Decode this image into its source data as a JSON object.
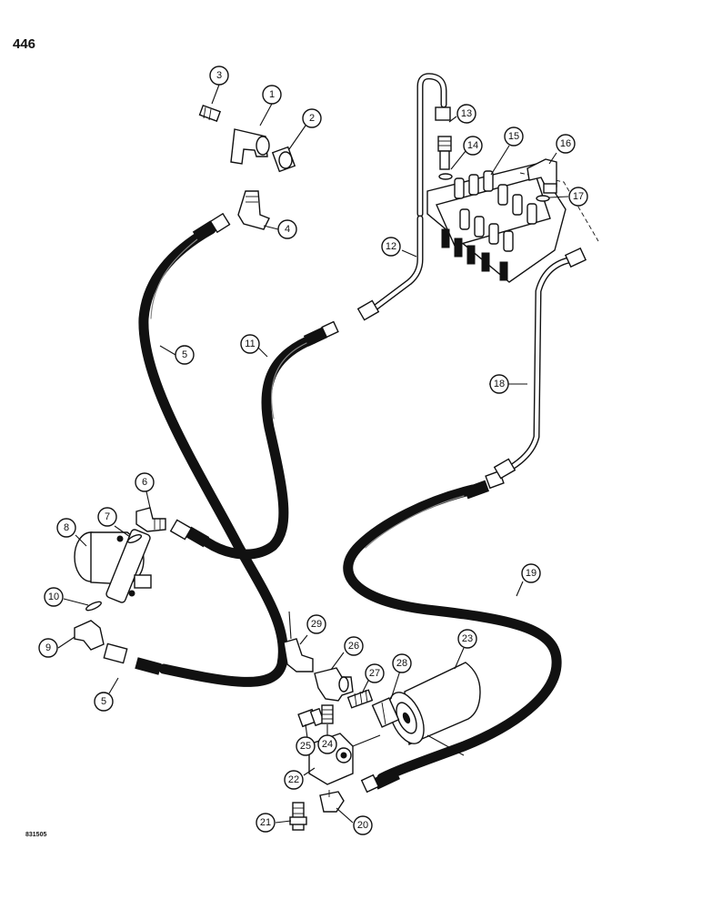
{
  "page": {
    "number": "446",
    "figure_code": "831505"
  },
  "callouts": [
    {
      "id": "c1",
      "label": "1"
    },
    {
      "id": "c2",
      "label": "2"
    },
    {
      "id": "c3",
      "label": "3"
    },
    {
      "id": "c4",
      "label": "4"
    },
    {
      "id": "c5a",
      "label": "5"
    },
    {
      "id": "c5b",
      "label": "5"
    },
    {
      "id": "c6",
      "label": "6"
    },
    {
      "id": "c7",
      "label": "7"
    },
    {
      "id": "c8",
      "label": "8"
    },
    {
      "id": "c9",
      "label": "9"
    },
    {
      "id": "c10",
      "label": "10"
    },
    {
      "id": "c11",
      "label": "11"
    },
    {
      "id": "c12",
      "label": "12"
    },
    {
      "id": "c13",
      "label": "13"
    },
    {
      "id": "c14",
      "label": "14"
    },
    {
      "id": "c15",
      "label": "15"
    },
    {
      "id": "c16",
      "label": "16"
    },
    {
      "id": "c17",
      "label": "17"
    },
    {
      "id": "c18",
      "label": "18"
    },
    {
      "id": "c19",
      "label": "19"
    },
    {
      "id": "c20",
      "label": "20"
    },
    {
      "id": "c21",
      "label": "21"
    },
    {
      "id": "c22",
      "label": "22"
    },
    {
      "id": "c23",
      "label": "23"
    },
    {
      "id": "c24",
      "label": "24"
    },
    {
      "id": "c25",
      "label": "25"
    },
    {
      "id": "c26",
      "label": "26"
    },
    {
      "id": "c27",
      "label": "27"
    },
    {
      "id": "c28",
      "label": "28"
    },
    {
      "id": "c29",
      "label": "29"
    }
  ]
}
